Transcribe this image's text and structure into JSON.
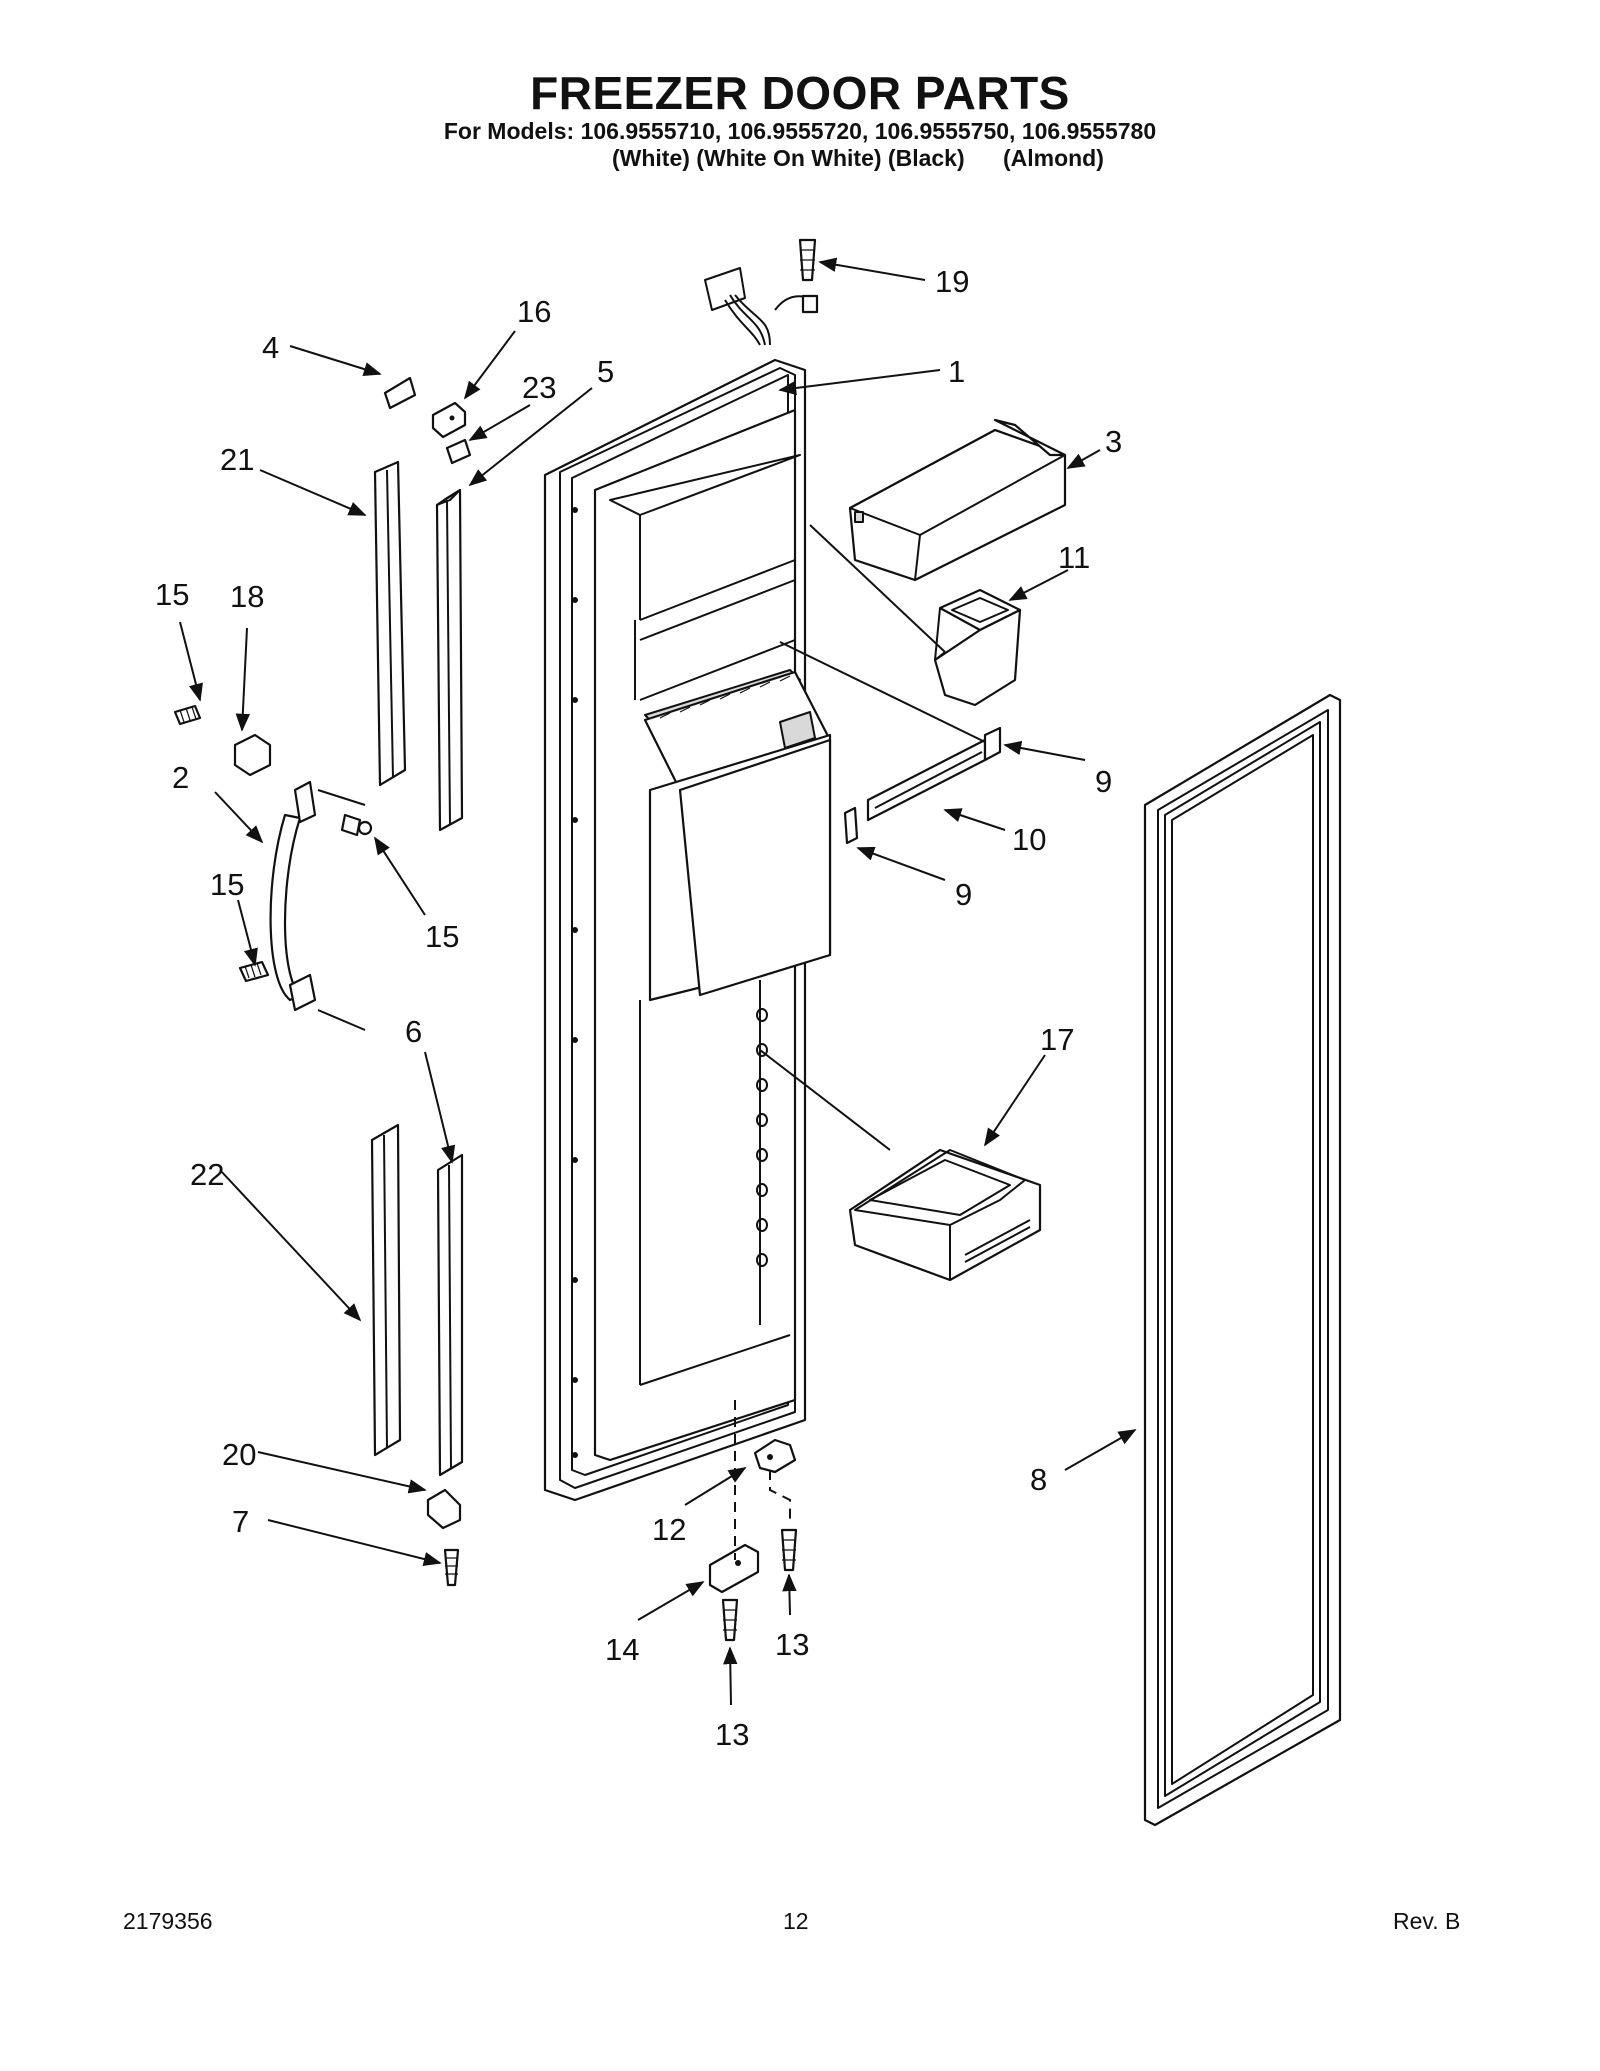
{
  "title": "FREEZER DOOR PARTS",
  "models_line": "For Models: 106.9555710, 106.9555720, 106.9555750, 106.9555780",
  "colors_line": "(White) (White On White) (Black)      (Almond)",
  "footer": {
    "doc_number": "2179356",
    "page": "12",
    "revision": "Rev. B"
  },
  "callouts": [
    "1",
    "2",
    "3",
    "4",
    "5",
    "6",
    "7",
    "8",
    "9",
    "9",
    "10",
    "11",
    "12",
    "13",
    "13",
    "14",
    "15",
    "15",
    "15",
    "16",
    "17",
    "18",
    "19",
    "20",
    "21",
    "22",
    "23"
  ]
}
